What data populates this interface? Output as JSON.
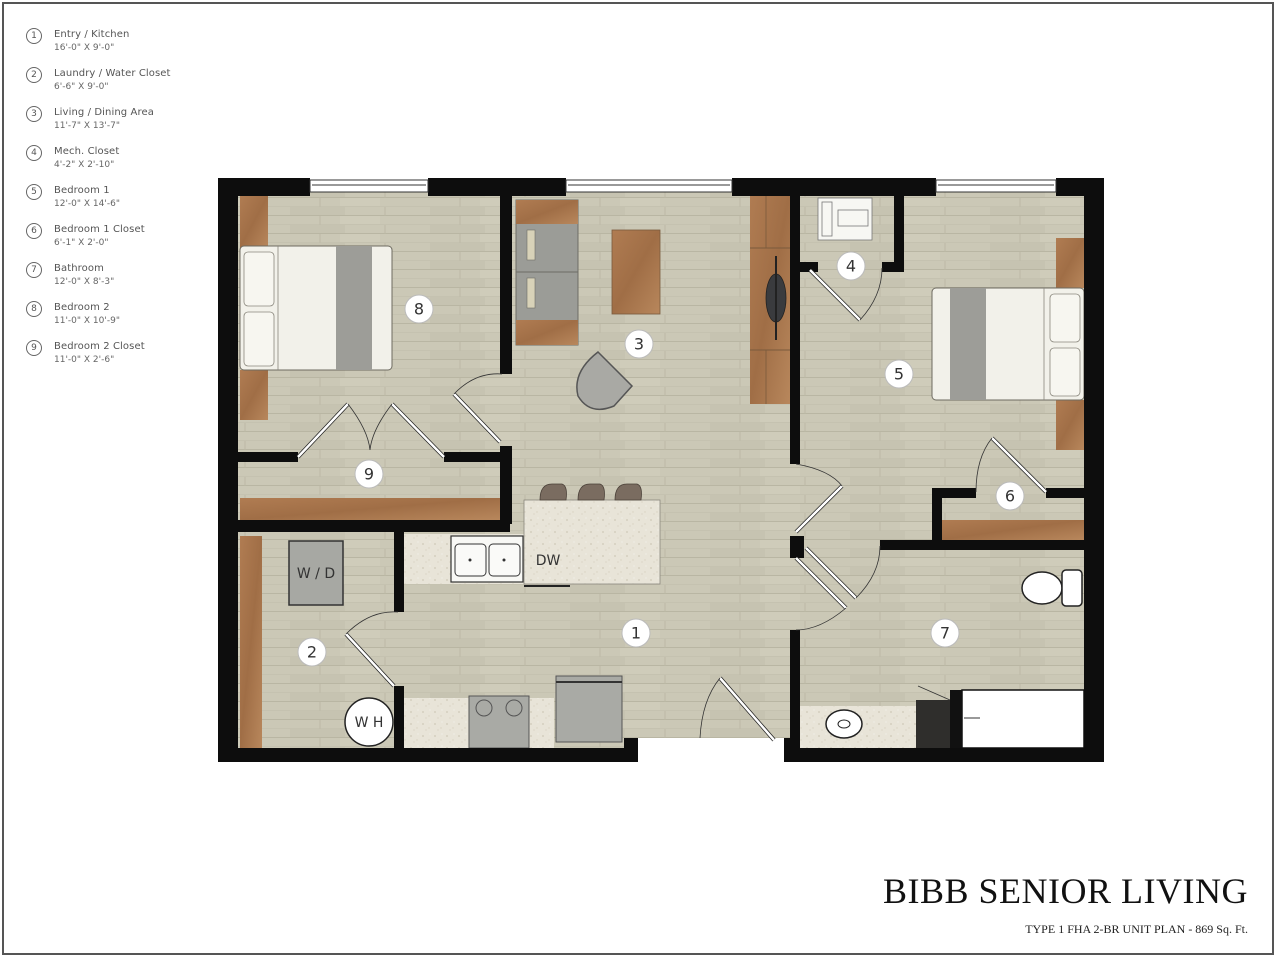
{
  "project": {
    "title": "BIBB SENIOR LIVING",
    "subtitle": "TYPE 1 FHA 2-BR UNIT PLAN - 869 Sq. Ft."
  },
  "legend": [
    {
      "num": "1",
      "name": "Entry / Kitchen",
      "dims": "16'-0\" X 9'-0\""
    },
    {
      "num": "2",
      "name": "Laundry / Water Closet",
      "dims": "6'-6\" X 9'-0\""
    },
    {
      "num": "3",
      "name": "Living / Dining Area",
      "dims": "11'-7\" X 13'-7\""
    },
    {
      "num": "4",
      "name": "Mech. Closet",
      "dims": "4'-2\" X 2'-10\""
    },
    {
      "num": "5",
      "name": "Bedroom 1",
      "dims": "12'-0\" X 14'-6\""
    },
    {
      "num": "6",
      "name": "Bedroom 1 Closet",
      "dims": "6'-1\" X 2'-0\""
    },
    {
      "num": "7",
      "name": "Bathroom",
      "dims": "12'-0\" X 8'-3\""
    },
    {
      "num": "8",
      "name": "Bedroom 2",
      "dims": "11'-0\" X 10'-9\""
    },
    {
      "num": "9",
      "name": "Bedroom 2 Closet",
      "dims": "11'-0\" X 2'-6\""
    }
  ],
  "rooms": {
    "r1": "1",
    "r2": "2",
    "r3": "3",
    "r4": "4",
    "r5": "5",
    "r6": "6",
    "r7": "7",
    "r8": "8",
    "r9": "9"
  },
  "fixtures": {
    "washer_dryer": "W / D",
    "water_heater": "W H",
    "dishwasher": "DW"
  },
  "colors": {
    "wall": "#0d0d0d",
    "floor": "#c9c6b4",
    "wood": "#a9774f",
    "counter": "#e6e2d6",
    "upholstery": "#9b9b96"
  }
}
